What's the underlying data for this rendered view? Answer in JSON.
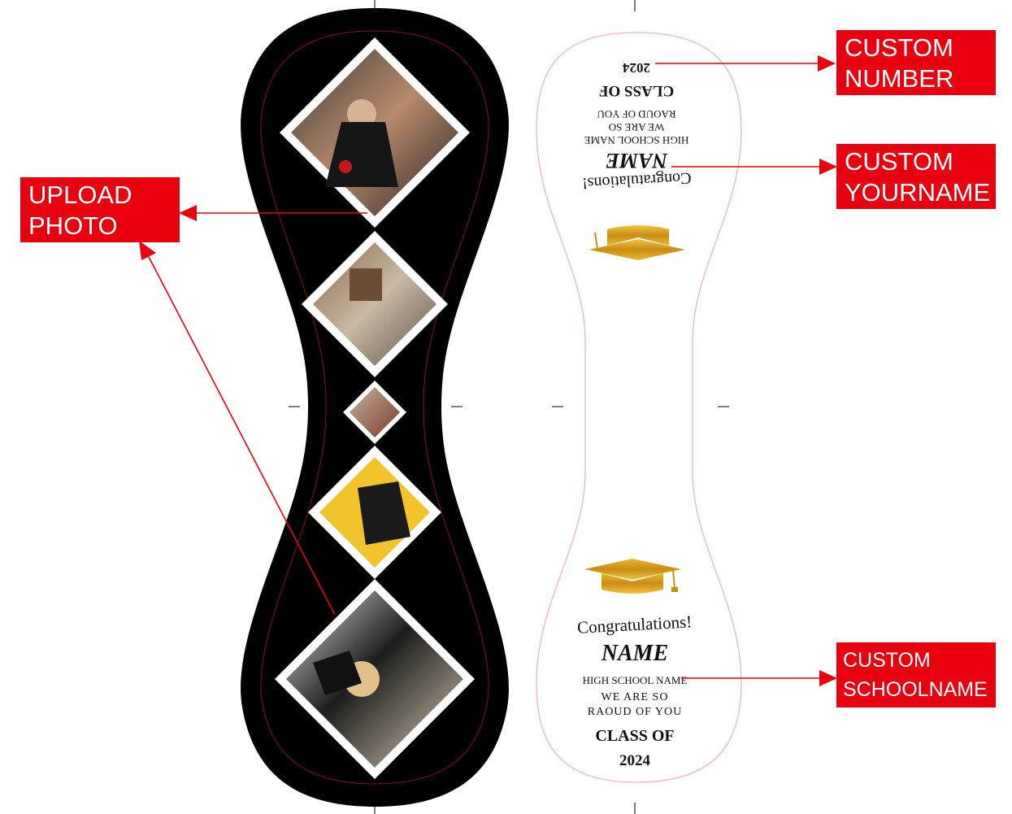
{
  "callouts": {
    "upload_photo": [
      "UPLOAD",
      "PHOTO"
    ],
    "custom_number": [
      "CUSTOM",
      "NUMBER"
    ],
    "custom_yourname": [
      "CUSTOM",
      "YOURNAME"
    ],
    "custom_schoolname": [
      "CUSTOM",
      "SCHOOLNAME"
    ]
  },
  "design": {
    "congratulations": "Congratulations!",
    "name": "NAME",
    "school_line": "HIGH SCHOOL  NAME",
    "we_are_so": "WE ARE SO",
    "proud_of_you": "RAOUD OF YOU",
    "class_of": "CLASS OF",
    "year": "2024"
  },
  "colors": {
    "callout_red": "#e8000f",
    "cap_gold": "#d9a21b",
    "outline_pink": "#f2b6b6",
    "sleeve_black": "#000000"
  }
}
